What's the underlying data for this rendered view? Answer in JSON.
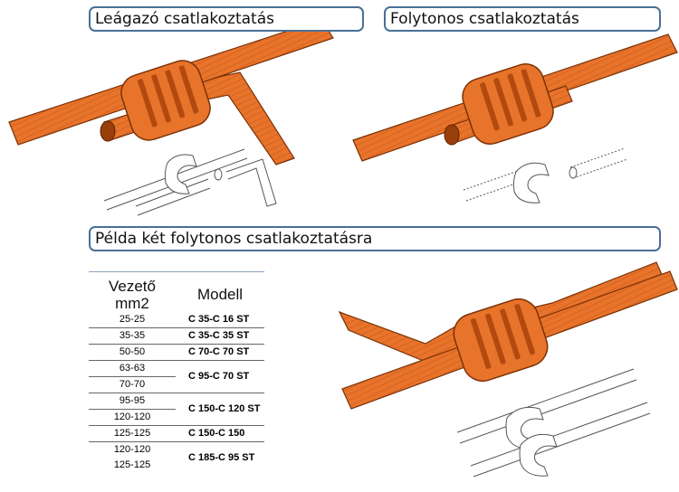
{
  "labels": {
    "branch": "Leágazó csatlakoztatás",
    "continuous": "Folytonos csatlakoztatás",
    "example": "Példa két folytonos csatlakoztatásra"
  },
  "table": {
    "header_conductor_line1": "Vezető",
    "header_conductor_line2": "mm2",
    "header_model": "Modell",
    "rows": [
      {
        "conductor": "25-25",
        "model": "C 35-C 16 ST"
      },
      {
        "conductor": "35-35",
        "model": "C 35-C 35 ST"
      },
      {
        "conductor": "50-50",
        "model": "C 70-C 70 ST"
      },
      {
        "conductor": "63-63",
        "model": ""
      },
      {
        "conductor": "70-70",
        "model": "C 95-C 70 ST"
      },
      {
        "conductor": "95-95",
        "model": ""
      },
      {
        "conductor": "120-120",
        "model": "C 150-C 120 ST"
      },
      {
        "conductor": "125-125",
        "model": "C 150-C 150"
      },
      {
        "conductor": "120-120",
        "model": ""
      },
      {
        "conductor": "125-125",
        "model": "C 185-C 95 ST"
      }
    ]
  },
  "colors": {
    "cable_orange": "#e8732a",
    "cable_dark": "#b24a10",
    "box_border": "#4a6f97",
    "table_rule": "#8aa2be"
  }
}
